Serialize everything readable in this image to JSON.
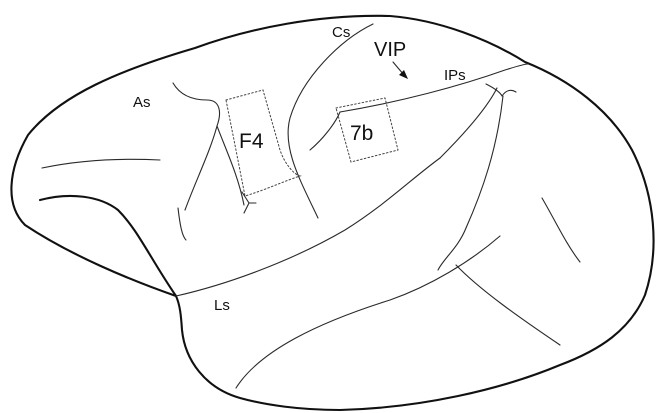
{
  "labels": {
    "cs": "Cs",
    "vip": "VIP",
    "ips": "IPs",
    "as": "As",
    "f4": "F4",
    "area_7b": "7b",
    "ls": "Ls"
  }
}
